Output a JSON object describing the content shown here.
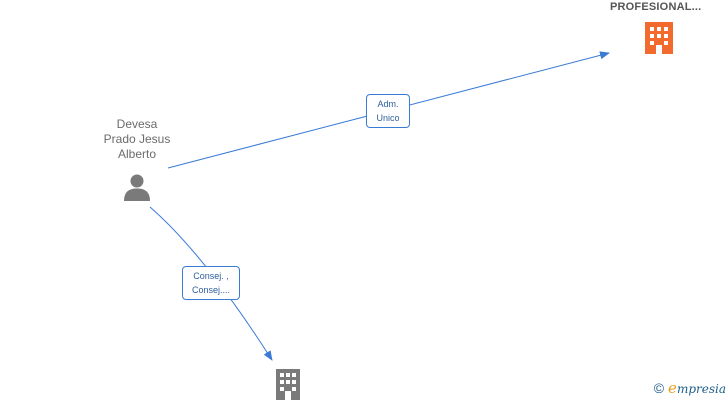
{
  "nodes": {
    "person": {
      "name_lines": [
        "Devesa",
        "Prado Jesus",
        "Alberto"
      ],
      "icon": "person-icon",
      "color": "#7a7a7a"
    },
    "company_top": {
      "name": "PROFESIONAL...",
      "icon": "building-icon",
      "color": "#f26a2e"
    },
    "company_bottom": {
      "name": "",
      "icon": "building-icon",
      "color": "#7a7a7a"
    }
  },
  "edges": [
    {
      "from": "person",
      "to": "company_top",
      "label_lines": [
        "Adm.",
        "Unico"
      ]
    },
    {
      "from": "person",
      "to": "company_bottom",
      "label_lines": [
        "Consej. ,",
        "Consej...."
      ]
    }
  ],
  "brand": {
    "copyright": "©",
    "initial": "e",
    "name": "mpresia"
  },
  "colors": {
    "edge": "#3a7bd5"
  }
}
